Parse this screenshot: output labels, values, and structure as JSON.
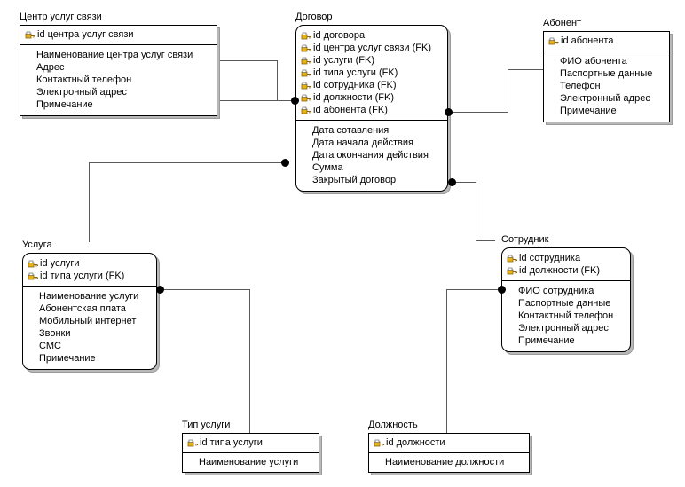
{
  "diagram": {
    "type": "entity-relationship-diagram",
    "notation": "IDEF1X / crow-foot-less with solid circle relationship ends",
    "icon_names": {
      "primary_key": "key-icon"
    }
  },
  "entities": [
    {
      "id": "center",
      "title": "Центр услуг связи",
      "keys": [
        "id центра услуг связи"
      ],
      "attributes": [
        "Наименование центра услуг связи",
        "Адрес",
        "Контактный телефон",
        "Электронный адрес",
        "Примечание"
      ]
    },
    {
      "id": "contract",
      "title": "Договор",
      "keys": [
        "id договора",
        "id центра услуг связи (FK)",
        "id услуги (FK)",
        "id типа услуги (FK)",
        "id сотрудника (FK)",
        "id должности (FK)",
        "id абонента (FK)"
      ],
      "attributes": [
        "Дата сотавления",
        "Дата начала действия",
        "Дата окончания действия",
        "Сумма",
        "Закрытый договор"
      ]
    },
    {
      "id": "subscriber",
      "title": "Абонент",
      "keys": [
        "id абонента"
      ],
      "attributes": [
        "ФИО абонента",
        "Паспортные данные",
        "Телефон",
        "Электронный адрес",
        "Примечание"
      ]
    },
    {
      "id": "service",
      "title": "Услуга",
      "keys": [
        "id услуги",
        "id типа услуги (FK)"
      ],
      "attributes": [
        "Наименование услуги",
        "Абонентская плата",
        "Мобильный интернет",
        "Звонки",
        "СМС",
        "Примечание"
      ]
    },
    {
      "id": "employee",
      "title": "Сотрудник",
      "keys": [
        "id сотрудника",
        "id должности (FK)"
      ],
      "attributes": [
        "ФИО сотрудника",
        "Паспортные данные",
        "Контактный телефон",
        "Электронный адрес",
        "Примечание"
      ]
    },
    {
      "id": "servicetype",
      "title": "Тип услуги",
      "keys": [
        "id типа услуги"
      ],
      "attributes": [
        "Наименование услуги"
      ]
    },
    {
      "id": "position",
      "title": "Должность",
      "keys": [
        "id должности"
      ],
      "attributes": [
        "Наименование должности"
      ]
    }
  ],
  "relationships": [
    {
      "from": "center",
      "to": "contract"
    },
    {
      "from": "contract",
      "to": "subscriber"
    },
    {
      "from": "service",
      "to": "contract"
    },
    {
      "from": "contract",
      "to": "employee"
    },
    {
      "from": "servicetype",
      "to": "service"
    },
    {
      "from": "position",
      "to": "employee"
    }
  ],
  "colors": {
    "background": "#ffffff",
    "border": "#000000",
    "line": "#5a5a5a",
    "endpoint": "#000000",
    "shadow": "#9a9a9a",
    "key_icon_gold": "#e8b219"
  }
}
